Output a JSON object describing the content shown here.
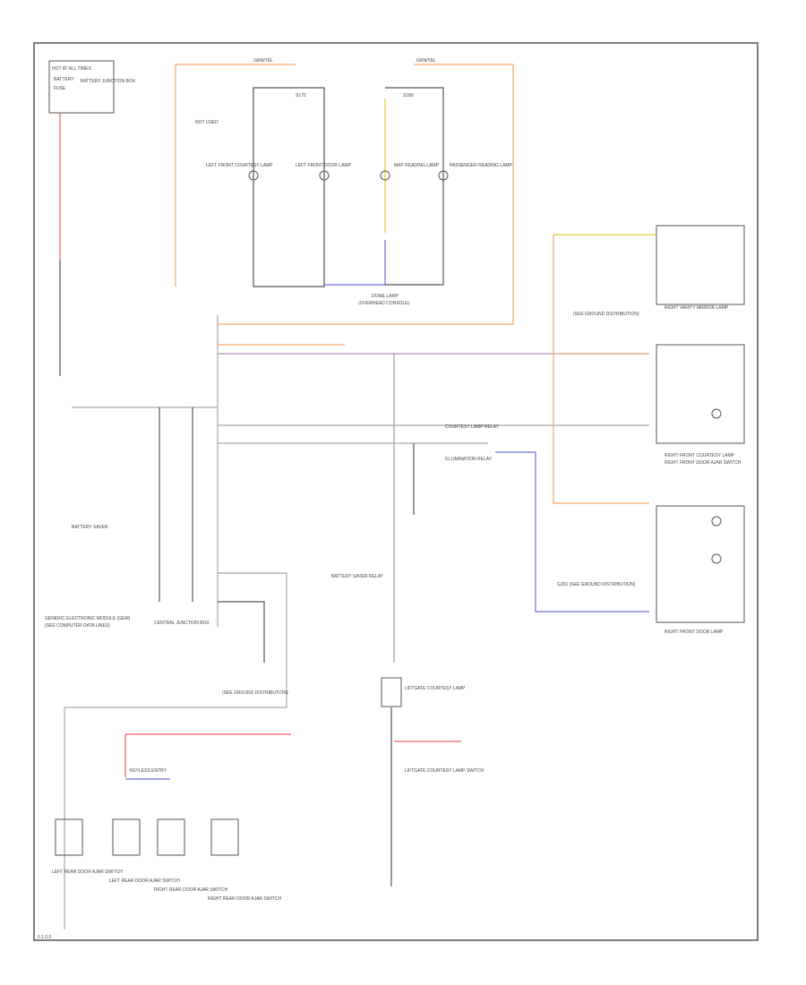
{
  "colors": {
    "frame": "#555555",
    "wire_black": "#555555",
    "wire_orange": "#f3a86c",
    "wire_red": "#e9605f",
    "wire_purple": "#b48ab8",
    "wire_blue": "#6c70d6",
    "wire_yellow": "#e0c63f",
    "wire_gray": "#a8a8a8"
  },
  "labels": {
    "fuse_box": "HOT AT ALL TIMES",
    "fuse_sub": "BATTERY",
    "fuse_name": "FUSE",
    "fuse_block": "BATTERY JUNCTION BOX",
    "top_wire_left": "GRN/YEL",
    "top_wire_right": "GRN/YEL",
    "splice_top_left": "S175",
    "splice_top_right": "S180",
    "left_heat": "NOT USED",
    "lamp1": "LEFT FRONT COURTESY LAMP",
    "lamp2": "LEFT FRONT DOOR LAMP",
    "lamp3": "MAP READING LAMP",
    "lamp4": "PASSENGER READING LAMP",
    "dome_lamp": "DOME LAMP",
    "dome_lamp_sub": "(OVERHEAD CONSOLE)",
    "right_vanity": "RIGHT VANITY MIRROR LAMP",
    "right_vanity_sub": "(SEE GROUND DISTRIBUTION)",
    "rf_courtesy": "RIGHT FRONT COURTESY LAMP",
    "rf_door_switch": "RIGHT FRONT DOOR AJAR SWITCH",
    "rf_door_lamp": "RIGHT FRONT DOOR LAMP",
    "rf_ground": "G301 (SEE GROUND DISTRIBUTION)",
    "courtesy_relay": "COURTESY LAMP RELAY",
    "illumination_relay": "ILLUMINATION RELAY",
    "central_junction": "CENTRAL JUNCTION BOX",
    "gem": "GENERIC ELECTRONIC MODULE (GEM)",
    "gem_sub": "(SEE COMPUTER DATA LINES)",
    "battery_saver": "BATTERY SAVER",
    "ground_note": "(SEE GROUND DISTRIBUTION)",
    "battery_saver_relay": "BATTERY SAVER RELAY",
    "liftgate_lamp": "LIFTGATE COURTESY LAMP",
    "liftgate_switch": "LIFTGATE COURTESY LAMP SWITCH",
    "lr_door": "LEFT REAR DOOR AJAR SWITCH",
    "lr_door2": "LEFT REAR DOOR AJAR SWITCH",
    "rr_door": "RIGHT REAR DOOR AJAR SWITCH",
    "rr_door2": "RIGHT REAR DOOR AJAR SWITCH",
    "keyless": "KEYLESS ENTRY",
    "footer": "0.1.0.0"
  }
}
